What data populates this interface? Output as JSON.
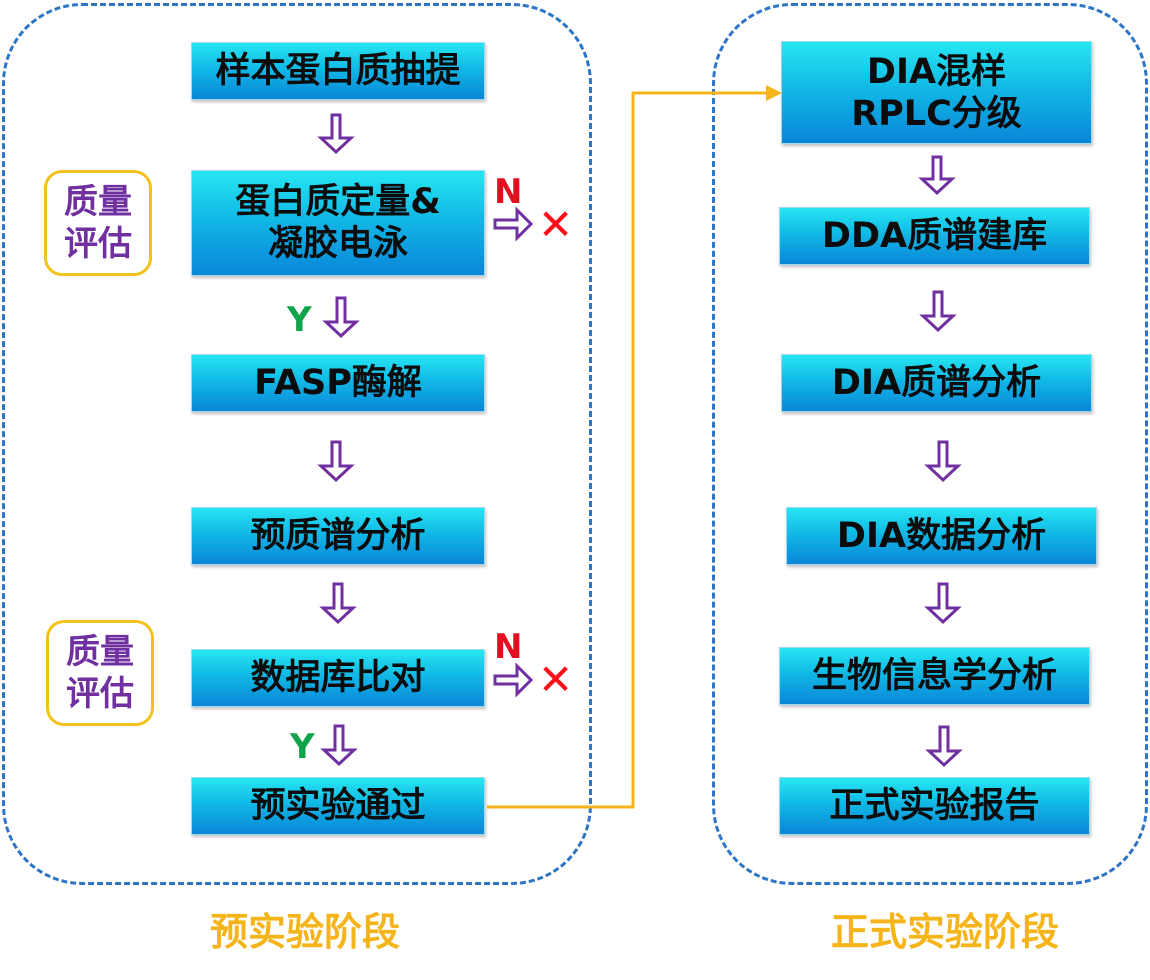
{
  "colors": {
    "panel_border": "#2e75c6",
    "step_gradient_top": "#27e6f2",
    "step_gradient_bottom": "#0a86d8",
    "arrow": "#7030a0",
    "quality_border": "#f2c11a",
    "connector": "#f5b51a",
    "yes": "#11a44c",
    "no": "#e01020",
    "reject": "#ff0d1a"
  },
  "pre_stage": {
    "label": "预实验阶段",
    "steps": [
      "样本蛋白质抽提",
      "蛋白质定量&\n凝胶电泳",
      "FASP酶解",
      "预质谱分析",
      "数据库比对",
      "预实验通过"
    ],
    "quality_checks": [
      "质量\n评估",
      "质量\n评估"
    ],
    "yes_label": "Y",
    "no_label": "N",
    "reject_symbol": "✕"
  },
  "formal_stage": {
    "label": "正式实验阶段",
    "steps": [
      "DIA混样\nRPLC分级",
      "DDA质谱建库",
      "DIA质谱分析",
      "DIA数据分析",
      "生物信息学分析",
      "正式实验报告"
    ]
  },
  "icons": {
    "flow_arrow": "hollow-down-arrow-icon",
    "reject_arrow": "hollow-right-arrow-icon",
    "reject_mark": "cross-icon",
    "connector": "arrow-connector"
  }
}
